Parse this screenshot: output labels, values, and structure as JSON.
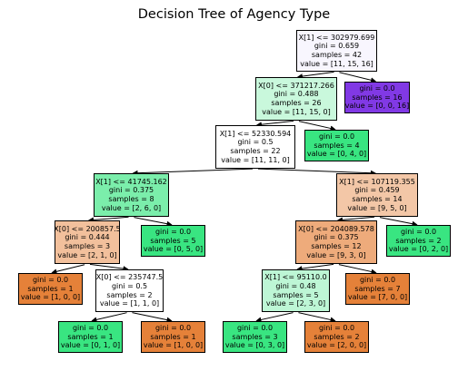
{
  "title": "Decision Tree of Agency Type",
  "nodes": [
    {
      "id": "n0",
      "lines": [
        "X[1] <= 302979.699",
        "gini = 0.659",
        "samples = 42",
        "value = [11, 15, 16]"
      ],
      "fill": "#f8f6fe"
    },
    {
      "id": "n1",
      "lines": [
        "X[0] <= 371217.266",
        "gini = 0.488",
        "samples = 26",
        "value = [11, 15, 0]"
      ],
      "fill": "#c9f8dc"
    },
    {
      "id": "n2",
      "lines": [
        "gini = 0.0",
        "samples = 16",
        "value = [0, 0, 16]"
      ],
      "fill": "#8139e5"
    },
    {
      "id": "n3",
      "lines": [
        "X[1] <= 52330.594",
        "gini = 0.5",
        "samples = 22",
        "value = [11, 11, 0]"
      ],
      "fill": "#ffffff"
    },
    {
      "id": "n4",
      "lines": [
        "gini = 0.0",
        "samples = 4",
        "value = [0, 4, 0]"
      ],
      "fill": "#39e581"
    },
    {
      "id": "n5",
      "lines": [
        "X[1] <= 41745.162",
        "gini = 0.375",
        "samples = 8",
        "value = [2, 6, 0]"
      ],
      "fill": "#7beeab"
    },
    {
      "id": "n6",
      "lines": [
        "X[1] <= 107119.355",
        "gini = 0.459",
        "samples = 14",
        "value = [9, 5, 0]"
      ],
      "fill": "#f3c7a7"
    },
    {
      "id": "n7",
      "lines": [
        "X[0] <= 200857.5",
        "gini = 0.444",
        "samples = 3",
        "value = [2, 1, 0]"
      ],
      "fill": "#f2c09c"
    },
    {
      "id": "n8",
      "lines": [
        "gini = 0.0",
        "samples = 5",
        "value = [0, 5, 0]"
      ],
      "fill": "#39e581"
    },
    {
      "id": "n9",
      "lines": [
        "X[0] <= 204089.578",
        "gini = 0.375",
        "samples = 12",
        "value = [9, 3, 0]"
      ],
      "fill": "#eeab7b"
    },
    {
      "id": "n10",
      "lines": [
        "gini = 0.0",
        "samples = 2",
        "value = [0, 2, 0]"
      ],
      "fill": "#39e581"
    },
    {
      "id": "n11",
      "lines": [
        "gini = 0.0",
        "samples = 1",
        "value = [1, 0, 0]"
      ],
      "fill": "#e58139"
    },
    {
      "id": "n12",
      "lines": [
        "X[0] <= 235747.5",
        "gini = 0.5",
        "samples = 2",
        "value = [1, 1, 0]"
      ],
      "fill": "#ffffff"
    },
    {
      "id": "n13",
      "lines": [
        "X[1] <= 95110.0",
        "gini = 0.48",
        "samples = 5",
        "value = [2, 3, 0]"
      ],
      "fill": "#bdf6d5"
    },
    {
      "id": "n14",
      "lines": [
        "gini = 0.0",
        "samples = 7",
        "value = [7, 0, 0]"
      ],
      "fill": "#e58139"
    },
    {
      "id": "n15",
      "lines": [
        "gini = 0.0",
        "samples = 1",
        "value = [0, 1, 0]"
      ],
      "fill": "#39e581"
    },
    {
      "id": "n16",
      "lines": [
        "gini = 0.0",
        "samples = 1",
        "value = [1, 0, 0]"
      ],
      "fill": "#e58139"
    },
    {
      "id": "n17",
      "lines": [
        "gini = 0.0",
        "samples = 3",
        "value = [0, 3, 0]"
      ],
      "fill": "#39e581"
    },
    {
      "id": "n18",
      "lines": [
        "gini = 0.0",
        "samples = 2",
        "value = [2, 0, 0]"
      ],
      "fill": "#e58139"
    }
  ],
  "edges": [
    [
      "n0",
      "n1"
    ],
    [
      "n0",
      "n2"
    ],
    [
      "n1",
      "n3"
    ],
    [
      "n1",
      "n4"
    ],
    [
      "n3",
      "n5"
    ],
    [
      "n3",
      "n6"
    ],
    [
      "n5",
      "n7"
    ],
    [
      "n5",
      "n8"
    ],
    [
      "n6",
      "n9"
    ],
    [
      "n6",
      "n10"
    ],
    [
      "n7",
      "n11"
    ],
    [
      "n7",
      "n12"
    ],
    [
      "n9",
      "n13"
    ],
    [
      "n9",
      "n14"
    ],
    [
      "n12",
      "n15"
    ],
    [
      "n12",
      "n16"
    ],
    [
      "n13",
      "n17"
    ],
    [
      "n13",
      "n18"
    ]
  ]
}
